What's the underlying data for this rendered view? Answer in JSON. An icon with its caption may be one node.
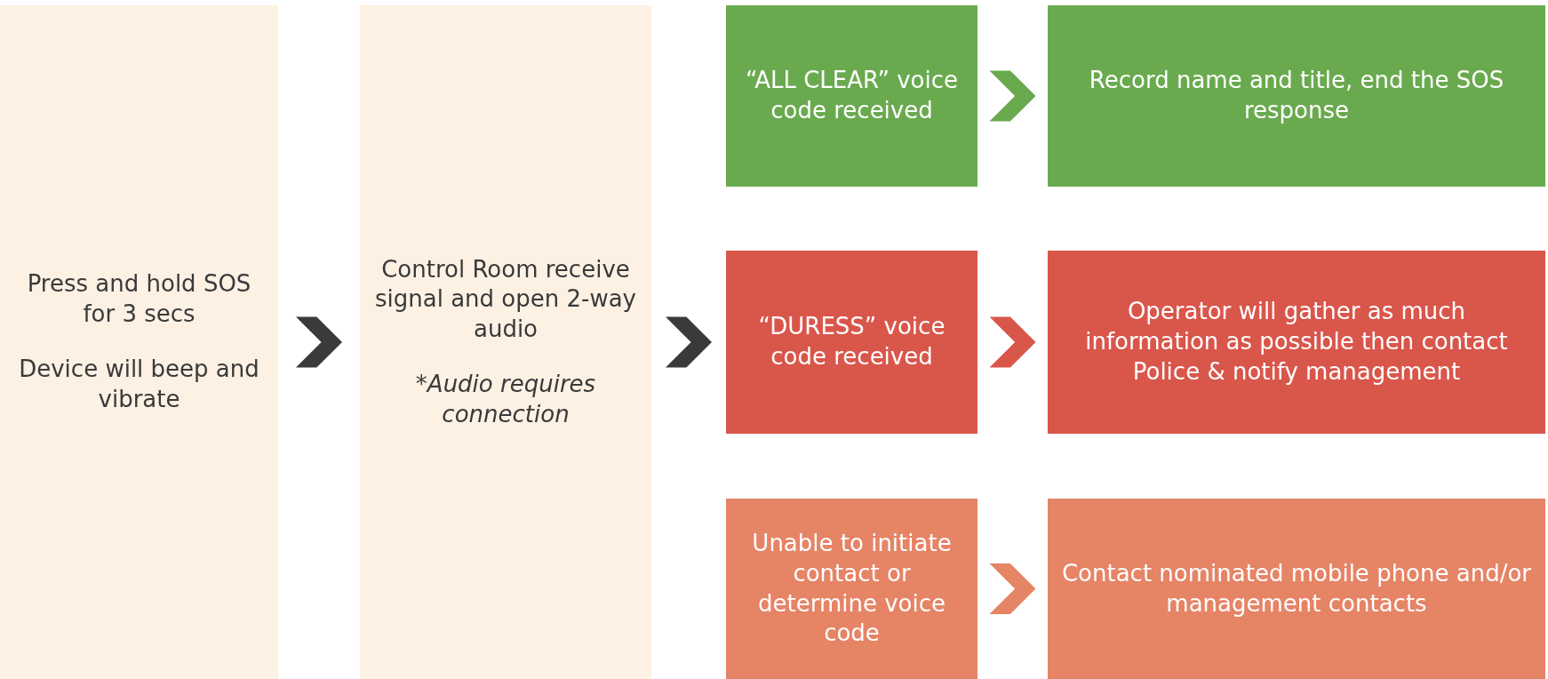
{
  "diagram": {
    "nodes": [
      {
        "text": [
          "Press and hold SOS for 3 secs",
          "Device will beep and vibrate"
        ]
      },
      {
        "text": [
          "Control Room receive signal and open 2-way audio",
          "*Audio requires connection"
        ]
      },
      {
        "text": [
          "“ALL CLEAR” voice code received"
        ]
      },
      {
        "text": [
          "“DURESS” voice code received"
        ]
      },
      {
        "text": [
          "Unable to initiate contact or determine voice code"
        ]
      },
      {
        "text": [
          "Record name and title, end the SOS response"
        ]
      },
      {
        "text": [
          "Operator will gather as much information as possible then contact Police & notify management"
        ]
      },
      {
        "text": [
          "Contact nominated mobile phone and/or management contacts"
        ]
      }
    ],
    "edges": [
      {
        "from": 0,
        "to": 1,
        "arrow": "to"
      },
      {
        "from": 1,
        "to": 3,
        "arrow": "to"
      },
      {
        "from": 2,
        "to": 5,
        "arrow": "to",
        "color": "#6aaa4f"
      },
      {
        "from": 3,
        "to": 6,
        "arrow": "to",
        "color": "#d9564b"
      },
      {
        "from": 4,
        "to": 7,
        "arrow": "to",
        "color": "#e68466"
      }
    ]
  }
}
